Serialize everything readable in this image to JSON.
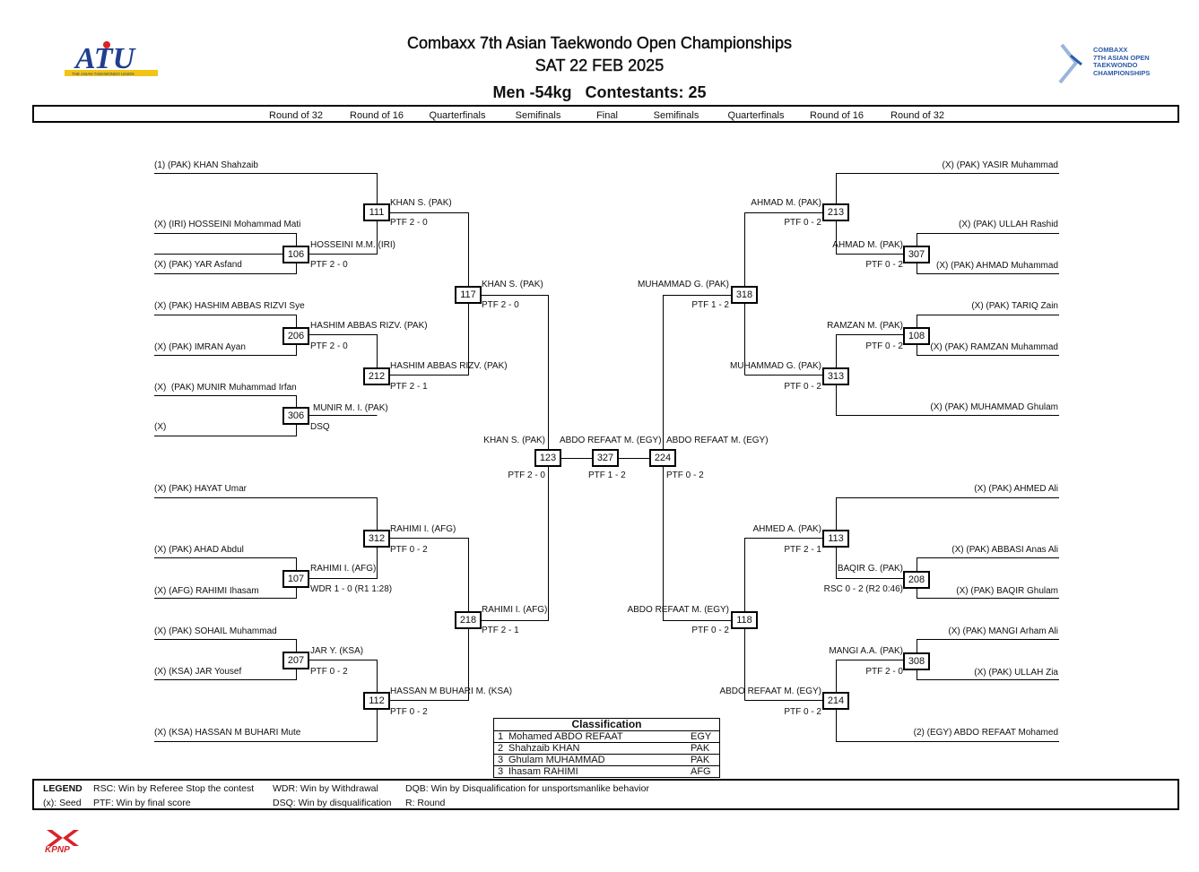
{
  "header": {
    "title": "Combaxx 7th Asian Taekwondo Open Championships",
    "date": "SAT 22 FEB 2025",
    "category": "Men -54kg   Contestants: 25",
    "left_logo_text": "ATU",
    "left_logo_sub": "THE ASIAN TAEKWONDO UNION",
    "right_logo_lines": [
      "COMBAXX",
      "7TH ASIAN OPEN",
      "TAEKWONDO",
      "CHAMPIONSHIPS"
    ]
  },
  "rounds": [
    "Round of 32",
    "Round of 16",
    "Quarterfinals",
    "Semifinals",
    "Final",
    "Semifinals",
    "Quarterfinals",
    "Round of 16",
    "Round of 32"
  ],
  "left_entries": [
    "(1) (PAK) KHAN Shahzaib",
    "(X) (IRI) HOSSEINI Mohammad Mati",
    "(X) (PAK) YAR Asfand",
    "(X) (PAK) HASHIM ABBAS RIZVI Sye",
    "(X) (PAK) IMRAN Ayan",
    "(X)  (PAK) MUNIR Muhammad Irfan",
    "(X)",
    "(X) (PAK) HAYAT Umar",
    "(X) (PAK) AHAD Abdul",
    "(X) (AFG) RAHIMI Ihasam",
    "(X) (PAK) SOHAIL Muhammad",
    "(X) (KSA) JAR Yousef",
    "(X) (KSA) HASSAN M BUHARI Mute"
  ],
  "right_entries": [
    "(X) (PAK) YASIR Muhammad",
    "(X) (PAK) ULLAH Rashid",
    "(X) (PAK) AHMAD Muhammad",
    "(X) (PAK) TARIQ Zain",
    "(X) (PAK) RAMZAN Muhammad",
    "(X) (PAK) MUHAMMAD Ghulam",
    "(X) (PAK) AHMED Ali",
    "(X) (PAK) ABBASI Anas Ali",
    "(X) (PAK) BAQIR Ghulam",
    "(X) (PAK) MANGI Arham Ali",
    "(X) (PAK) ULLAH Zia",
    "(2) (EGY) ABDO REFAAT Mohamed"
  ],
  "matches": {
    "111": {
      "winner": "KHAN S. (PAK)",
      "score": "PTF 2 - 0"
    },
    "106": {
      "winner": "HOSSEINI M.M. (IRI)",
      "score": "PTF 2 - 0"
    },
    "117": {
      "winner": "KHAN S. (PAK)",
      "score": "PTF 2 - 0"
    },
    "206": {
      "winner": "HASHIM ABBAS RIZV. (PAK)",
      "score": "PTF 2 - 0"
    },
    "212": {
      "winner": "HASHIM ABBAS RIZV. (PAK)",
      "score": "PTF 2 - 1"
    },
    "306": {
      "winner": "MUNIR M. I. (PAK)",
      "score": "DSQ"
    },
    "123": {
      "winner": "KHAN S. (PAK)",
      "score": "PTF 2 - 0"
    },
    "327": {
      "winner": "ABDO REFAAT M. (EGY)",
      "score": "PTF 1 - 2"
    },
    "224": {
      "winner": "ABDO REFAAT M. (EGY)",
      "score": "PTF 0 - 2"
    },
    "312": {
      "winner": "RAHIMI I. (AFG)",
      "score": "PTF 0 - 2"
    },
    "107": {
      "winner": "RAHIMI I. (AFG)",
      "score": "WDR 1 - 0 (R1 1:28)"
    },
    "218": {
      "winner": "RAHIMI I. (AFG)",
      "score": "PTF 2 - 1"
    },
    "207": {
      "winner": "JAR Y. (KSA)",
      "score": "PTF 0 - 2"
    },
    "112": {
      "winner": "HASSAN M BUHARI M. (KSA)",
      "score": "PTF 0 - 2"
    },
    "213": {
      "winner": "AHMAD M. (PAK)",
      "score": "PTF 0 - 2"
    },
    "307": {
      "winner": "AHMAD M. (PAK)",
      "score": "PTF 0 - 2"
    },
    "318": {
      "winner": "MUHAMMAD G. (PAK)",
      "score": "PTF 1 - 2"
    },
    "108": {
      "winner": "RAMZAN M. (PAK)",
      "score": "PTF 0 - 2"
    },
    "313": {
      "winner": "MUHAMMAD G. (PAK)",
      "score": "PTF 0 - 2"
    },
    "113": {
      "winner": "AHMED A. (PAK)",
      "score": "PTF 2 - 1"
    },
    "208": {
      "winner": "BAQIR G. (PAK)",
      "score": "RSC 0 - 2 (R2 0:46)"
    },
    "118": {
      "winner": "ABDO REFAAT M. (EGY)",
      "score": "PTF 0 - 2"
    },
    "308": {
      "winner": "MANGI A.A. (PAK)",
      "score": "PTF 2 - 0"
    },
    "214": {
      "winner": "ABDO REFAAT M. (EGY)",
      "score": "PTF 0 - 2"
    }
  },
  "classification": {
    "title": "Classification",
    "rows": [
      {
        "rank": "1",
        "name": "Mohamed ABDO REFAAT",
        "country": "EGY"
      },
      {
        "rank": "2",
        "name": "Shahzaib KHAN",
        "country": "PAK"
      },
      {
        "rank": "3",
        "name": "Ghulam MUHAMMAD",
        "country": "PAK"
      },
      {
        "rank": "3",
        "name": "Ihasam RAHIMI",
        "country": "AFG"
      }
    ]
  },
  "legend": {
    "label": "LEGEND",
    "seed": "(x): Seed",
    "rsc": "RSC: Win by Referee Stop the contest",
    "ptf": "PTF: Win by final score",
    "wdr": "WDR: Win by Withdrawal",
    "dsq": "DSQ: Win by disqualification",
    "dqb": "DQB: Win by Disqualification for unsportsmanlike behavior",
    "r": "R: Round"
  },
  "footer_logo": "KPNP",
  "colors": {
    "atu_blue": "#1f3f8f",
    "atu_red": "#d8232a",
    "atu_yellow": "#f2c515",
    "kpnp_red": "#d8232a",
    "combaxx_blue": "#2a5aa8"
  }
}
